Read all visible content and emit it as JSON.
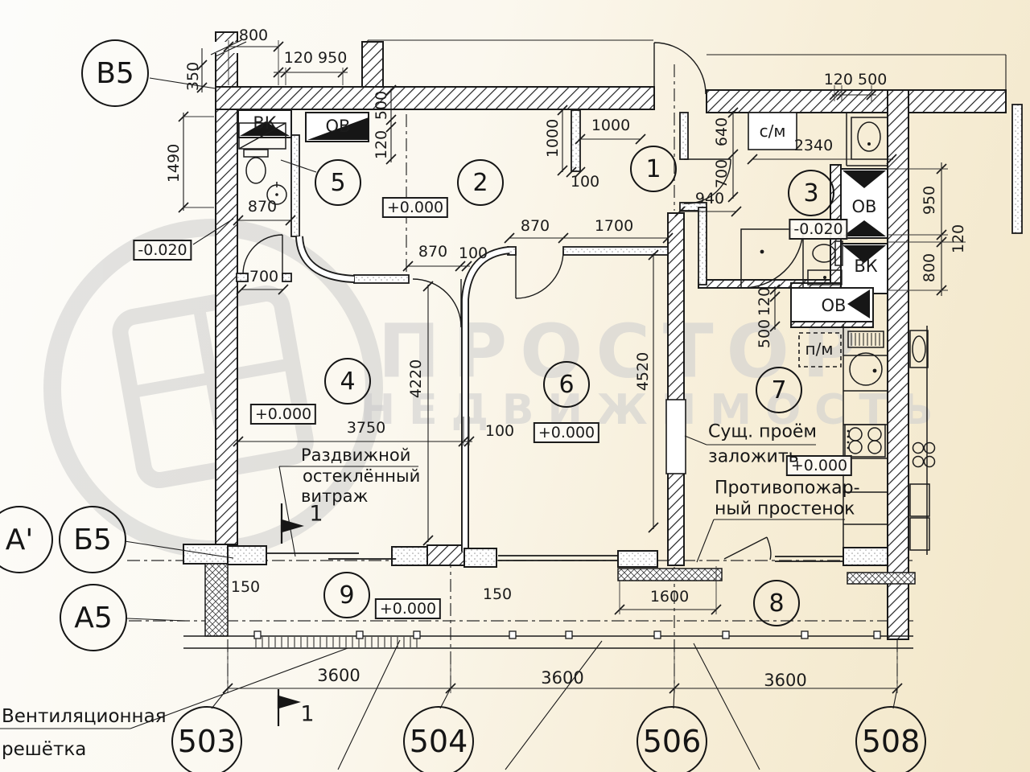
{
  "watermark": {
    "t1": "ПРОСТОР",
    "t2": "НЕДВИЖИМОСТЬ"
  },
  "grid": {
    "v5": "В5",
    "a_prime": "А'",
    "b5": "Б5",
    "a5": "А5",
    "n503": "503",
    "n504": "504",
    "n506": "506",
    "n508": "508"
  },
  "rooms": {
    "r1": "1",
    "r2": "2",
    "r3": "3",
    "r4": "4",
    "r5": "5",
    "r6": "6",
    "r7": "7",
    "r8": "8",
    "r9": "9"
  },
  "levels": {
    "wc": "-0.020",
    "bath": "-0.020",
    "room2": "+0.000",
    "room4": "+0.000",
    "room6": "+0.000",
    "kitchen": "+0.000",
    "room9": "+0.000"
  },
  "ducts": {
    "vk1": "ВК",
    "ov1": "ОВ",
    "sm": "с/м",
    "ov2": "ОВ",
    "vk2": "ВК",
    "ov3": "ОВ",
    "pm": "п/м"
  },
  "dims": {
    "a800": "800",
    "a120_950": "120 950",
    "a350": "350",
    "a1490": "1490",
    "a870": "870",
    "a700": "700",
    "a500": "500",
    "a120": "120",
    "b1000v": "1000",
    "b1000h": "1000",
    "b100": "100",
    "c120_500": "120 500",
    "c640": "640",
    "c700": "700",
    "c2340": "2340",
    "c940": "940",
    "d950": "950",
    "d120": "120",
    "d800": "800",
    "e870": "870",
    "e100": "100",
    "f870": "870",
    "f1700": "1700",
    "g3750": "3750",
    "g100": "100",
    "g4220": "4220",
    "h4520": "4520",
    "k120": "120",
    "k500": "500",
    "m150a": "150",
    "m150b": "150",
    "m1600": "1600",
    "m3600a": "3600",
    "m3600b": "3600",
    "m3600c": "3600"
  },
  "notes": {
    "sec1": "1",
    "sec2": "1",
    "open1": "Сущ. проём",
    "open2": "заложить",
    "fire1": "Противопожар-",
    "fire2": "ный простенок",
    "vit1": "Раздвижной",
    "vit2": "остеклённый",
    "vit3": "витраж",
    "vent1": "Вентиляционная",
    "vent2": "решётка"
  }
}
